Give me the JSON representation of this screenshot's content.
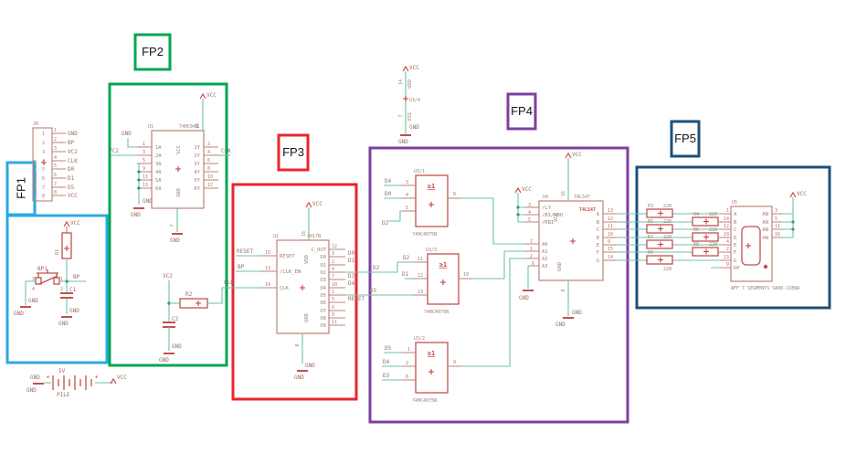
{
  "regions": {
    "fp1": "FP1",
    "fp2": "FP2",
    "fp3": "FP3",
    "fp4": "FP4",
    "fp5": "FP5"
  },
  "nets": {
    "vcc": "VCC",
    "gnd": "GND",
    "vc2": "VC2",
    "clk": "CLK",
    "bp": "BP",
    "reset": "RESET",
    "d0": "D0",
    "d1": "D1",
    "d2": "D2",
    "d3": "D3",
    "d4": "D4",
    "d5": "D5"
  },
  "connector": {
    "ref": "J0",
    "name": "Connector_8_M",
    "pins": [
      "1",
      "2",
      "3",
      "4",
      "5",
      "6",
      "7",
      "8"
    ],
    "labels": [
      "GND",
      "BP",
      "VC2",
      "CLK",
      "D0",
      "D1",
      "D5",
      "VCC"
    ]
  },
  "fp1": {
    "r1": "R1",
    "bp1": "BP1",
    "c1": "C1",
    "pin1": "1",
    "pin2": "2",
    "pin3": "3",
    "pin4": "4"
  },
  "u1": {
    "ref": "U1",
    "value": "74HC04N",
    "pin_vcc": "14",
    "pin_gnd": "7",
    "vcc": "VCC",
    "gnd": "GND",
    "lp": [
      "1",
      "3",
      "5",
      "9",
      "11",
      "13"
    ],
    "ln": [
      "1A",
      "2A",
      "3A",
      "4A",
      "5A",
      "6A"
    ],
    "rp": [
      "2",
      "4",
      "6",
      "8",
      "10",
      "12"
    ],
    "rn": [
      "1Y",
      "2Y",
      "3Y",
      "4Y",
      "5Y",
      "6Y"
    ]
  },
  "fp2": {
    "r2": "R2",
    "c2": "C2"
  },
  "u2": {
    "ref": "U2",
    "value": "4017N",
    "vdd": "VDD",
    "gnd": "GND",
    "pin_vdd": "16",
    "pin_gnd": "8",
    "lp": [
      "15",
      "13",
      "14"
    ],
    "ln": [
      "RESET",
      "/CLK_EN",
      "CLK"
    ],
    "rp": [
      "12",
      "3",
      "2",
      "4",
      "7",
      "10",
      "1",
      "5",
      "6",
      "9",
      "11"
    ],
    "rn": [
      "C_OUT",
      "O0",
      "O1",
      "O2",
      "O3",
      "O4",
      "O5",
      "O6",
      "O7",
      "O8",
      "O9"
    ]
  },
  "u3": {
    "value": "74HC4075N",
    "sym": "≥1",
    "pwr_ref": "U3/4",
    "vdd": "VDD",
    "vss": "VSS",
    "pin_vdd": "14",
    "pin_vss": "7",
    "g1": {
      "ref": "U3/1",
      "p": [
        "3",
        "4",
        "5"
      ],
      "n": [
        "D4",
        "D0",
        "D2"
      ],
      "out": "6"
    },
    "g2": {
      "ref": "U3/3",
      "p": [
        "11",
        "12",
        "13"
      ],
      "n": [
        "D2",
        "D1",
        "D5"
      ],
      "out": "10"
    },
    "g3": {
      "ref": "U3/2",
      "p": [
        "1",
        "2",
        "8"
      ],
      "n": [
        "D5",
        "D4",
        "D3"
      ],
      "out": "9"
    }
  },
  "u4": {
    "ref": "U4",
    "value": "74LS47",
    "vcc": "VCC",
    "gnd": "GND",
    "pin_vcc": "16",
    "pin_gnd": "8",
    "cp": [
      "3",
      "4",
      "5"
    ],
    "cn": [
      "/LT",
      "/BI/RBO",
      "/RBI"
    ],
    "ip": [
      "7",
      "1",
      "2",
      "6"
    ],
    "in": [
      "A0",
      "A1",
      "A2",
      "A3"
    ],
    "op": [
      "13",
      "12",
      "11",
      "10",
      "9",
      "15",
      "14"
    ],
    "on": [
      "A",
      "B",
      "C",
      "D",
      "E",
      "F",
      "G"
    ]
  },
  "res": {
    "names": [
      "R3",
      "R4",
      "R5",
      "R6",
      "R7",
      "R8",
      "R9"
    ],
    "value": "220"
  },
  "disp": {
    "ref": "U5",
    "value": "AFF 7 SEGMENTS SA08-11EWA",
    "an": "AN",
    "sn": [
      "A",
      "B",
      "C",
      "D",
      "E",
      "F",
      "G",
      "DP"
    ],
    "sp": [
      "1",
      "14",
      "12",
      "10",
      "4",
      "2",
      "13",
      "9"
    ],
    "ap": [
      "3",
      "5",
      "11",
      "16"
    ]
  },
  "bat": {
    "ref": "PILE",
    "value": "5V",
    "plus": "+"
  }
}
